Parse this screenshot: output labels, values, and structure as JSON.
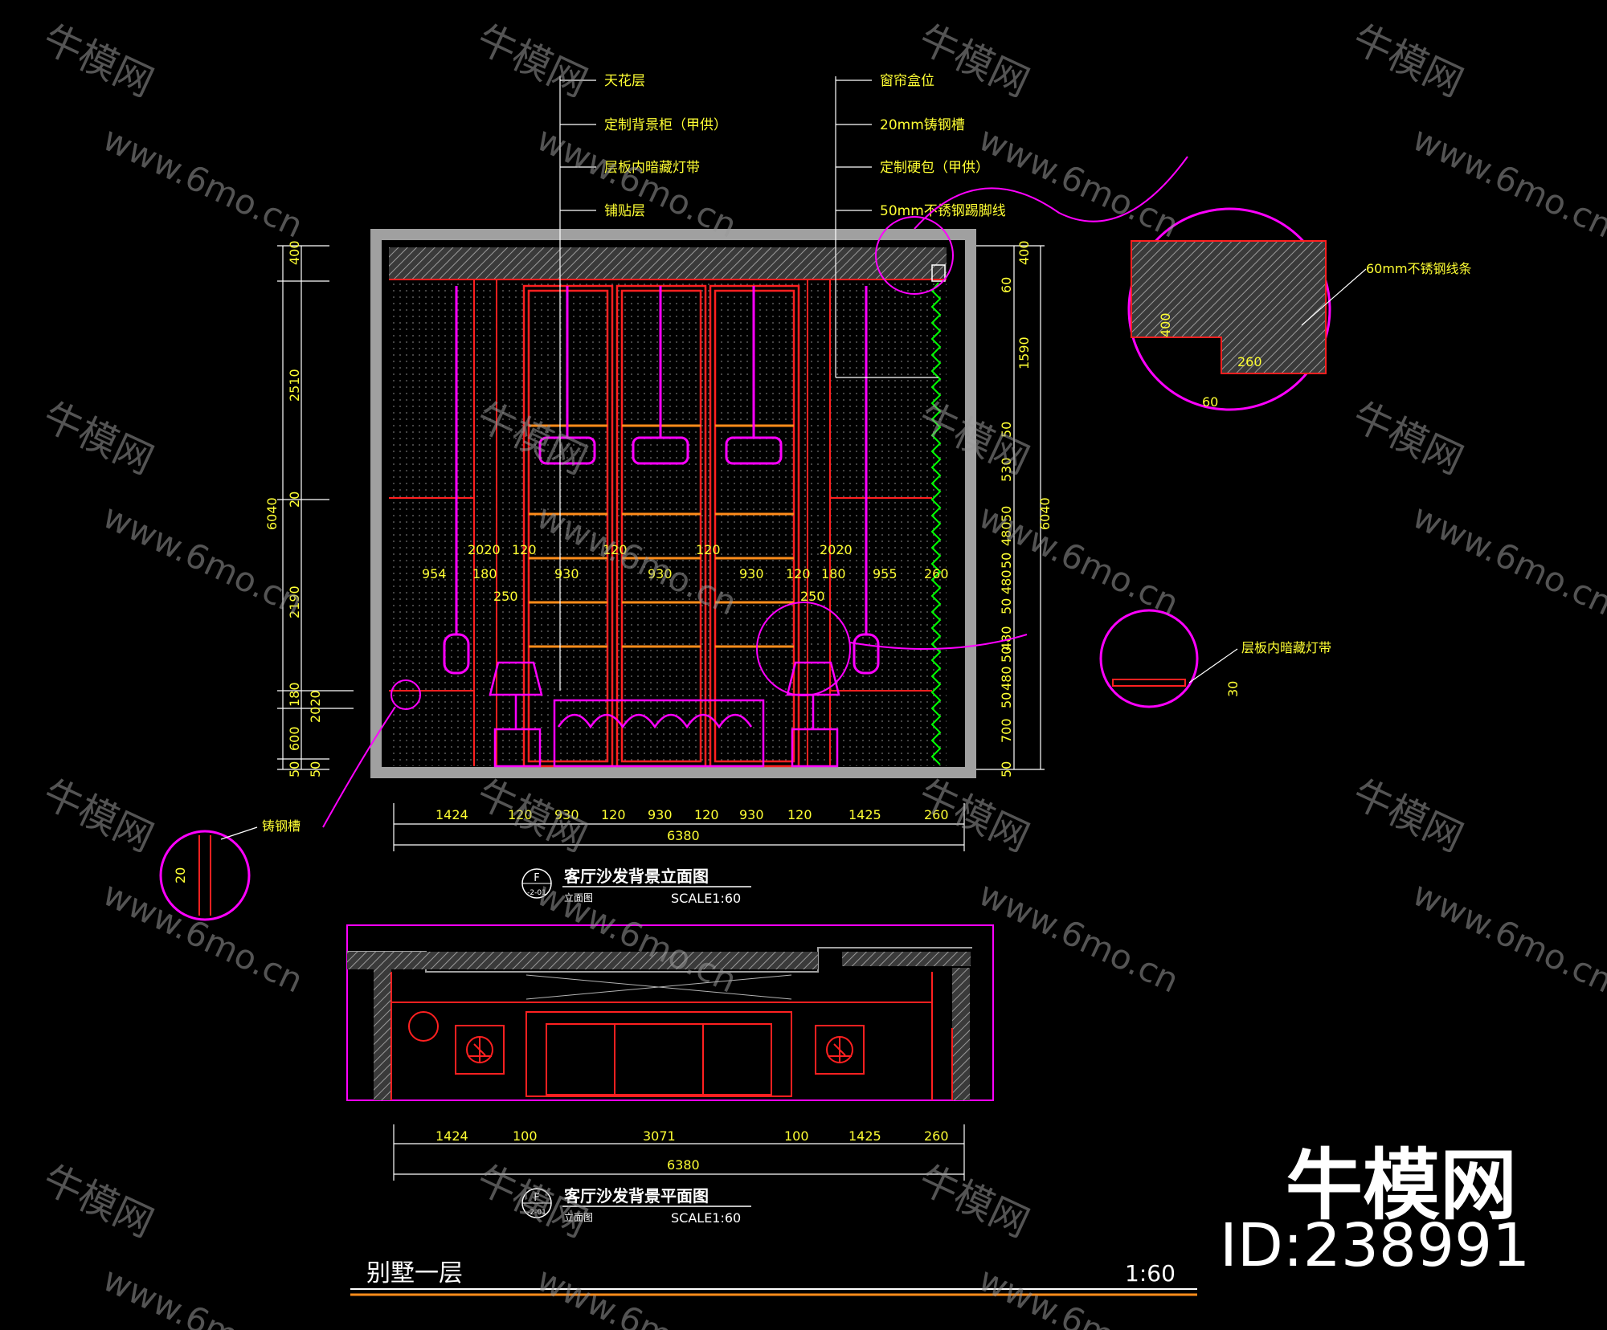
{
  "leaders_left": [
    "天花层",
    "定制背景柜（甲供）",
    "层板内暗藏灯带",
    "铺贴层"
  ],
  "leaders_right": [
    "窗帘盒位",
    "20mm铸钢槽",
    "定制硬包（甲供）",
    "50mm不锈钢踢脚线"
  ],
  "detail_top": {
    "label": "60mm不锈钢线条",
    "d1": "400",
    "d2": "260",
    "d3": "60"
  },
  "detail_mid": {
    "label": "层板内暗藏灯带",
    "d1": "30"
  },
  "detail_left": {
    "label": "铸钢槽",
    "d1": "20"
  },
  "dims_left": [
    "400",
    "2510",
    "6040",
    "20",
    "2190",
    "180",
    "2020",
    "600",
    "50",
    "50"
  ],
  "dims_right": [
    "400",
    "60",
    "1590",
    "50",
    "530",
    "50",
    "480",
    "50",
    "480",
    "50",
    "480",
    "50",
    "480",
    "50",
    "700",
    "50",
    "6040"
  ],
  "dims_inner_top": [
    "2020",
    "120",
    "120",
    "120",
    "2020"
  ],
  "dims_inner_mid": [
    "954",
    "180",
    "930",
    "930",
    "930",
    "120",
    "180",
    "955",
    "260"
  ],
  "dims_inner_250": [
    "250",
    "250"
  ],
  "dims_bottom_elev": [
    "1424",
    "120",
    "930",
    "120",
    "930",
    "120",
    "930",
    "120",
    "1425",
    "260"
  ],
  "dims_bottom_elev_total": "6380",
  "dims_bottom_plan": [
    "1424",
    "100",
    "3071",
    "100",
    "1425",
    "260"
  ],
  "dims_bottom_plan_total": "6380",
  "title_elev": {
    "marker": "F",
    "marker_sub": "-2-01",
    "title": "客厅沙发背景立面图",
    "sub": "立面图",
    "scale": "SCALE1:60"
  },
  "title_plan": {
    "marker": "F",
    "marker_sub": "-2-01",
    "title": "客厅沙发背景平面图",
    "sub": "立面图",
    "scale": "SCALE1:60"
  },
  "footer": {
    "title": "别墅一层",
    "scale": "1:60"
  },
  "brand": {
    "name": "牛模网",
    "id": "ID:238991"
  },
  "watermark": {
    "brand": "牛模网",
    "url": "www.6mo.cn"
  },
  "colors": {
    "yellow": "#ffff33",
    "red": "#ff2020",
    "magenta": "#ff00ff",
    "gray": "#a0a0a0",
    "green": "#00ff00",
    "orange": "#ff8c1a"
  }
}
